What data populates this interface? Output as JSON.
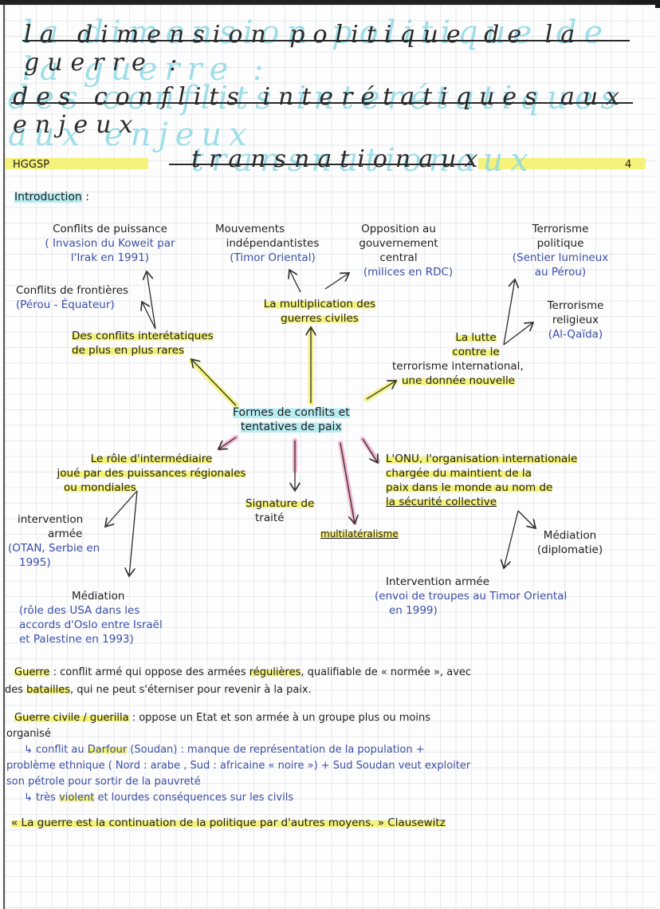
{
  "header": {
    "title_line1": "la dimension politique de la guerre :",
    "title_line2": "des conflits interétatiques aux enjeux",
    "title_line3": "transnationaux",
    "subject": "HGGSP",
    "page_number": "4"
  },
  "intro": {
    "label": "Introduction",
    "colon": ":"
  },
  "mindmap": {
    "center": {
      "line1": "Formes de conflits et",
      "line2": "tentatives de paix"
    },
    "interstate": {
      "label_line1": "Des conflits interétatiques",
      "label_line2": "de plus en plus rares",
      "power": {
        "title": "Conflits de puissance",
        "example_line1": "( Invasion du Koweit par",
        "example_line2": "l'Irak en 1991)"
      },
      "borders": {
        "title": "Conflits de frontières",
        "example": "(Pérou - Équateur)"
      }
    },
    "civil_wars": {
      "label_line1": "La multiplication des",
      "label_line2": "guerres civiles",
      "independence": {
        "title_line1": "Mouvements",
        "title_line2": "indépendantistes",
        "example": "(Timor Oriental)"
      },
      "opposition": {
        "title_line1": "Opposition au",
        "title_line2": "gouvernement",
        "title_line3": "central",
        "example": "(milices en RDC)"
      }
    },
    "terrorism": {
      "label_line1": "La lutte",
      "label_line2": "contre le",
      "label_line3": "terrorisme international,",
      "label_line4": "une donnée nouvelle",
      "political": {
        "title_line1": "Terrorisme",
        "title_line2": "politique",
        "example_line1": "(Sentier lumineux",
        "example_line2": "au Pérou)"
      },
      "religious": {
        "title_line1": "Terrorisme",
        "title_line2": "religieux",
        "example": "(Al-Qaïda)"
      }
    },
    "intermediary": {
      "label_line1": "Le rôle d'intermédiaire",
      "label_line2": "joué par des puissances régionales",
      "label_line3": "ou mondiales",
      "armed": {
        "title_line1": "intervention",
        "title_line2": "armée",
        "example_line1": "(OTAN, Serbie en",
        "example_line2": "1995)"
      },
      "mediation": {
        "title": "Médiation",
        "example_line1": "(rôle des USA dans les",
        "example_line2": "accords d'Oslo entre Israël",
        "example_line3": "et Palestine en 1993)"
      }
    },
    "treaty": {
      "line1": "Signature de",
      "line2": "traité"
    },
    "multilateralism": {
      "label": "multilatéralisme"
    },
    "onu": {
      "line1": "L'ONU, l'organisation internationale",
      "line2": "chargée du maintient de la",
      "line3": "paix dans le monde au nom de",
      "line4": "la sécurité collective",
      "mediation": {
        "title": "Médiation",
        "example": "(diplomatie)"
      },
      "armed": {
        "title": "Intervention armée",
        "example_line1": "(envoi de troupes au Timor Oriental",
        "example_line2": "en 1999)"
      }
    }
  },
  "definitions": {
    "war": {
      "term": "Guerre",
      "sep": " : ",
      "text_a": "conflit armé qui oppose des armées ",
      "hl_a": "régulières",
      "text_b": ", qualifiable de « normée », avec",
      "text_c": "des ",
      "hl_b": "batailles",
      "text_d": ", qui ne peut s'éterniser pour revenir à la paix."
    },
    "civil_war": {
      "term": "Guerre civile / guerilla",
      "text_a": ": oppose un Etat et son armée à un groupe plus ou moins",
      "text_b": "organisé",
      "ex_line1_a": "↳ conflit au ",
      "ex_line1_hl": "Darfour",
      "ex_line1_b": " (Soudan) : manque de représentation de la population +",
      "ex_line2": "problème ethnique ( Nord : arabe , Sud : africaine « noire ») + Sud Soudan veut exploiter",
      "ex_line3": "son pétrole pour sortir de la pauvreté",
      "ex_line4_a": "↳ très ",
      "ex_line4_hl": "violent",
      "ex_line4_b": " et lourdes conséquences sur les civils"
    }
  },
  "quote": {
    "text": "« La guerre est la continuation de la politique par d'autres moyens. »",
    "author": "Clausewitz"
  },
  "colors": {
    "ink": "#1e1e1e",
    "blue_ink": "#3a4ea8",
    "highlight_yellow": "#f4f27a",
    "highlight_cyan": "#b7ecf2",
    "highlight_pink": "#f2a9c6",
    "title_shadow": "#8fd9e6"
  }
}
